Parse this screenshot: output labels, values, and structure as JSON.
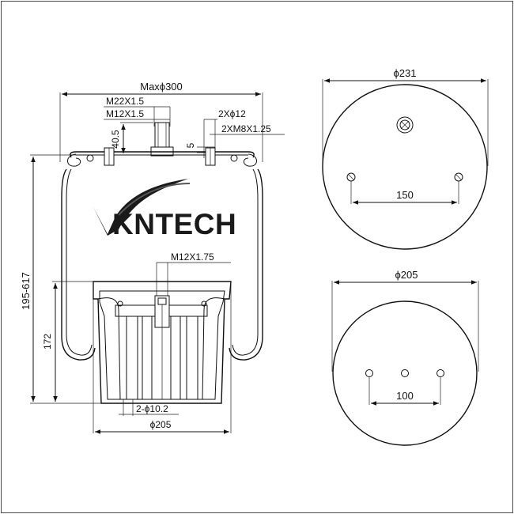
{
  "brand": {
    "logo_text": "KNTECH",
    "logo_initial": "V"
  },
  "side_view": {
    "max_diameter": "Maxϕ300",
    "top_stud_large": "M22X1.5",
    "top_stud_small": "M12X1.5",
    "stud_height": "40.5",
    "side_pins": "2Xϕ12",
    "side_pin_height": "5",
    "side_threads": "2XM8X1.25",
    "bottom_thread": "M12X1.75",
    "overall_height": "195-617",
    "piston_height": "172",
    "bottom_holes": "2-ϕ10.2",
    "piston_diameter": "ϕ205"
  },
  "top_plate": {
    "diameter": "ϕ231",
    "hole_spacing": "150"
  },
  "bottom_plate": {
    "diameter": "ϕ205",
    "hole_spacing": "100"
  }
}
